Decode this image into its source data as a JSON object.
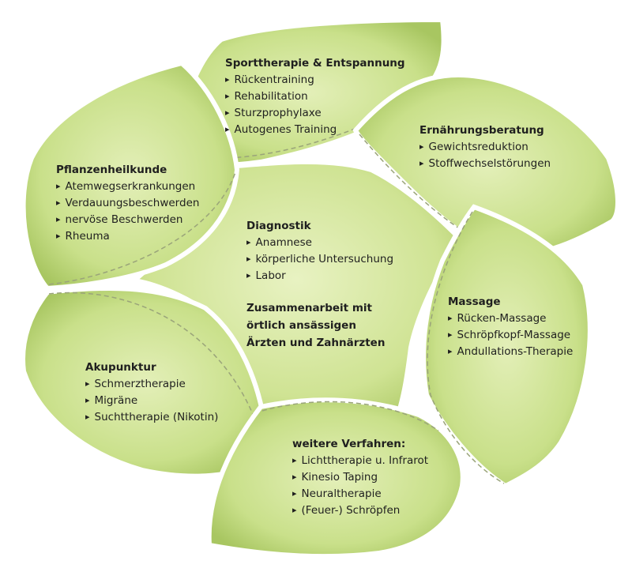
{
  "colors": {
    "leaf_light": "#e3efb8",
    "leaf_mid": "#c9e08a",
    "leaf_dark": "#a8c661",
    "outline": "#ffffff",
    "dash": "#9aa47a",
    "text": "#1f1f1f"
  },
  "icons": {
    "bullet": "triangle-right-icon"
  },
  "center": {
    "title": "Diagnostik",
    "items": [
      "Anamnese",
      "körperliche Untersuchung",
      "Labor"
    ],
    "note_lines": [
      "Zusammenarbeit mit",
      "örtlich ansässigen",
      "Ärzten und Zahnärzten"
    ]
  },
  "sport": {
    "title": "Sporttherapie & Entspannung",
    "items": [
      "Rückentraining",
      "Rehabilitation",
      "Sturzprophylaxe",
      "Autogenes Training"
    ]
  },
  "ernaehrung": {
    "title": "Ernährungsberatung",
    "items": [
      "Gewichtsreduktion",
      "Stoffwechselstörungen"
    ]
  },
  "pflanzen": {
    "title": "Pflanzenheilkunde",
    "items": [
      "Atemwegserkrankungen",
      "Verdauungsbeschwerden",
      "nervöse Beschwerden",
      "Rheuma"
    ]
  },
  "massage": {
    "title": "Massage",
    "items": [
      "Rücken-Massage",
      "Schröpfkopf-Massage",
      "Andullations-Therapie"
    ]
  },
  "akupunktur": {
    "title": "Akupunktur",
    "items": [
      "Schmerztherapie",
      "Migräne",
      "Suchttherapie (Nikotin)"
    ]
  },
  "weitere": {
    "title": "weitere Verfahren:",
    "items": [
      "Lichttherapie u. Infrarot",
      "Kinesio Taping",
      "Neuraltherapie",
      "(Feuer-) Schröpfen"
    ]
  }
}
